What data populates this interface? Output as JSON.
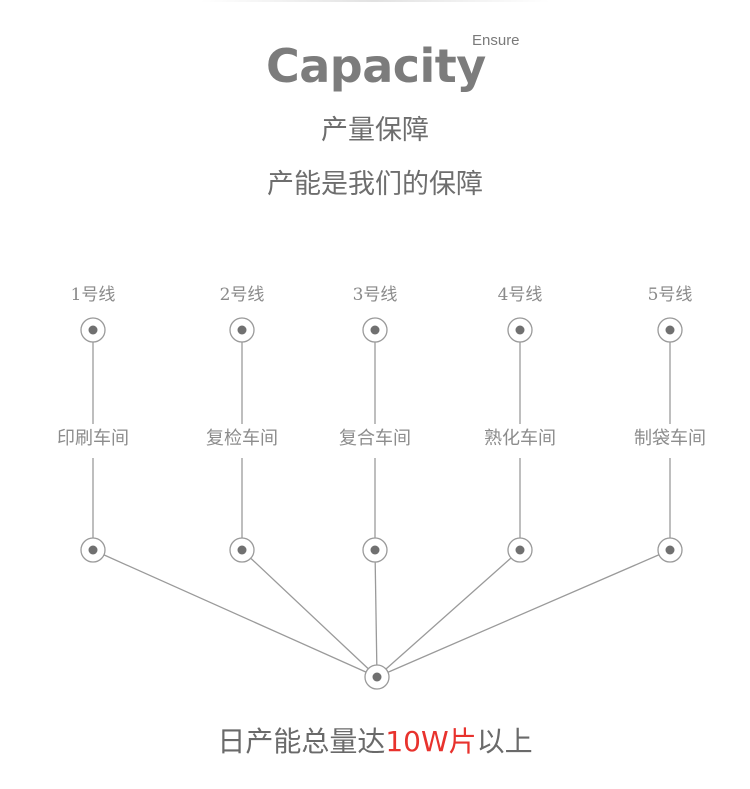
{
  "header": {
    "title": "Capacity",
    "superscript": "Ensure",
    "subtitle_1": "产量保障",
    "subtitle_2": "产能是我们的保障"
  },
  "lines": [
    {
      "label": "1号线",
      "workshop": "印刷车间"
    },
    {
      "label": "2号线",
      "workshop": "复检车间"
    },
    {
      "label": "3号线",
      "workshop": "复合车间"
    },
    {
      "label": "4号线",
      "workshop": "熟化车间"
    },
    {
      "label": "5号线",
      "workshop": "制袋车间"
    }
  ],
  "footer": {
    "prefix": "日产能总量达",
    "highlight": "10W片",
    "suffix": "以上"
  },
  "colors": {
    "accent": "#e8322d",
    "line": "#9a9a9a",
    "text": "#666666"
  }
}
